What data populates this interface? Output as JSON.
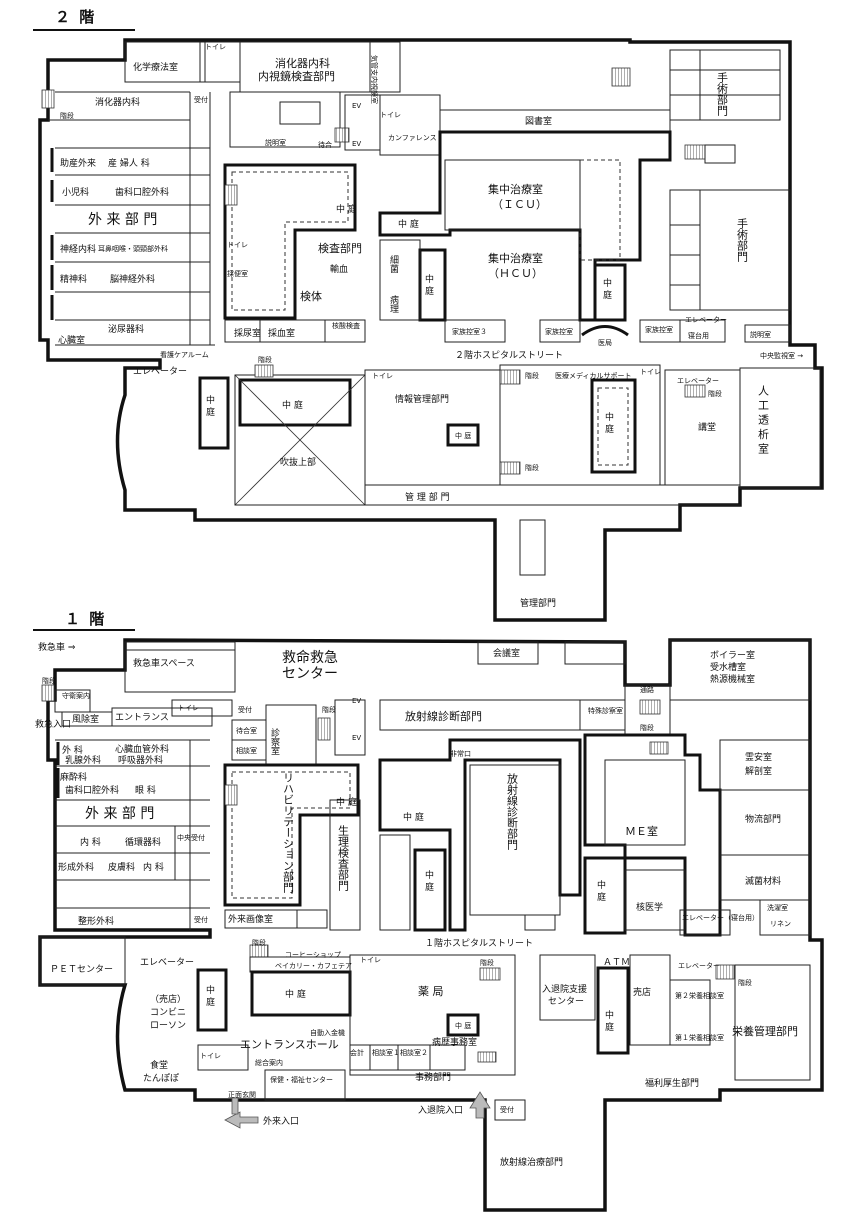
{
  "floor2": {
    "title": "２ 階",
    "rooms": {
      "chemo": "化学療法室",
      "toilet_top": "トイレ",
      "endoscopy1": "消化器内科",
      "endoscopy2": "内視鏡検査部門",
      "trachea": "気管支内視鏡室",
      "gastro": "消化器内科",
      "reception": "受付",
      "kaidan": "階段",
      "obgyn1": "助産外来",
      "obgyn2": "産 婦人 科",
      "pediatrics": "小児科",
      "dental": "歯科口腔外科",
      "outpatient": "外 来 部 門",
      "neuro": "神経内科",
      "ent": "耳鼻咽喉・頭頸部外科",
      "psych": "精神科",
      "neurosurg": "脳神経外科",
      "urology": "泌尿器科",
      "heart": "心臓室",
      "explain": "説明室",
      "waiting": "待合",
      "ev": "EV",
      "toilet_ev": "トイレ",
      "conference": "カンファレンス",
      "library": "図書室",
      "icu1": "集中治療室",
      "icu2": "（ＩＣＵ）",
      "hcu1": "集中治療室",
      "hcu2": "（ＨＣＵ）",
      "surgery1": "手術部門",
      "surgery2": "手術部門",
      "courtyard": "中 庭",
      "lab": "検査部門",
      "transfusion": "輸血",
      "specimen": "検体",
      "urine": "採尿室",
      "blood": "採血室",
      "nucleic": "核酸検査",
      "toilet_lab": "トイレ",
      "sample": "採便室",
      "bacteria": "細菌",
      "pathology": "病理",
      "family3": "家族控室３",
      "family": "家族控室",
      "room2": "医局",
      "elevator": "エレベーター",
      "family_icu": "家族控室",
      "bed_elev": "寝台用",
      "explain2": "説明室",
      "care_room": "看護ケアルーム",
      "street": "２階ホスピタルストリート",
      "central": "中央監視室 →",
      "elevator_w": "エレベーター",
      "atrium": "吹抜上部",
      "info": "情報管理部門",
      "medical_affairs": "医療メディカルサポート",
      "dialysis": "人 工 透 析 室",
      "auditorium": "講堂",
      "admin": "管 理 部 門",
      "admin2": "管理部門",
      "toilet_mid": "トイレ",
      "toilet_right": "トイレ",
      "elevator_r": "エレベーター"
    }
  },
  "floor1": {
    "title": "１ 階",
    "rooms": {
      "ambulance": "救急車 ⇒",
      "ambulance_space": "救急車スペース",
      "emergency1": "救命救急",
      "emergency2": "センター",
      "guard": "守衛案内",
      "kaidan": "階段",
      "windroom": "風除室",
      "entrance": "エントランス",
      "toilet": "トイレ",
      "er_entrance": "救急入口",
      "reception": "受付",
      "waitroom": "待合室",
      "consult": "相談室",
      "exam": "診察室",
      "surgery": "外 科",
      "cardio": "心臓血管外科",
      "breast": "乳腺外科",
      "respiratory": "呼吸器外科",
      "anesthesia": "麻酔科",
      "dental": "歯科口腔外科",
      "ophth": "眼 科",
      "outpatient": "外 来 部 門",
      "internal": "内 科",
      "circulatory": "循環器科",
      "central_reception": "中央受付",
      "plastic": "形成外科",
      "derm": "皮膚科",
      "internal2": "内 科",
      "ortho": "整形外科",
      "conference": "会議室",
      "ev": "EV",
      "radiology": "放射線診断部門",
      "special_exam": "特殊診察室",
      "exit": "非常口",
      "rehab": "リハビリテーション部門",
      "physio": "生理検査部門",
      "courtyard": "中 庭",
      "radio_dept": "放射線診断部門",
      "me_room": "ＭＥ室",
      "nuclear": "核医学",
      "elevator_bed": "エレベーター（寝台用）",
      "outer_image": "外来画像室",
      "boiler": "ボイラー室",
      "water": "受水槽室",
      "heat": "熱源機械室",
      "passage": "通路",
      "morgue1": "霊安室",
      "morgue2": "解剖室",
      "logistics": "物流部門",
      "sterile": "滅菌材料",
      "laundry": "洗濯室",
      "linen": "リネン",
      "street": "１階ホスピタルストリート",
      "pet": "ＰＥＴセンター",
      "elevator": "エレベーター",
      "coffee": "コーヒーショップ",
      "bakery": "ベイカリー・カフェテア",
      "store1": "（売店）",
      "store2": "コンビニ",
      "store3": "ローソン",
      "pharmacy": "薬 局",
      "atm": "ＡＴＭ",
      "shop": "売店",
      "admission1": "入退院支援",
      "admission2": "センター",
      "consult2": "第２栄養相談室",
      "consult1": "第１栄養相談室",
      "nutrition": "栄養管理部門",
      "cafeteria1": "食堂",
      "cafeteria2": "たんぽぽ",
      "entrance_hall": "エントランスホール",
      "general_info": "総合案内",
      "auto_payment": "自動入金機",
      "accounting": "会計",
      "records": "病歴事務室",
      "admin_office": "事務部門",
      "welfare": "福利厚生部門",
      "front_door": "正面玄関",
      "outpatient_entrance": "外来入口",
      "admission_entrance": "入退院入口",
      "radiotherapy": "放射線治療部門",
      "consult_a": "相談室１",
      "consult_b": "相談室２",
      "welfare_center": "保健・福祉センター"
    }
  }
}
